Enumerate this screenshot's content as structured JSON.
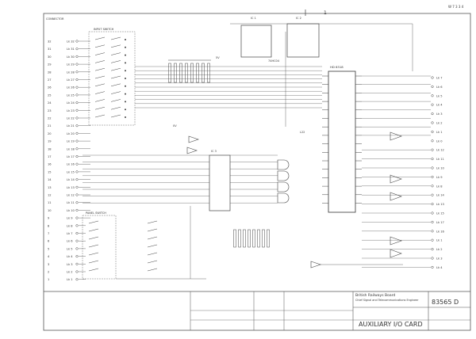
{
  "sheet": {
    "corner_ref": "W 7 3 3 4",
    "top_left_label": "CONNECTOR",
    "col_marker": "1"
  },
  "title_block": {
    "org_line1": "British Railways Board",
    "org_line2": "Chief Signal and Telecommunications Engineer",
    "drawing_no": "83565 D",
    "title": "AUXILIARY I/O CARD"
  },
  "left_pins": [
    {
      "pin": "32",
      "label": "Lk 32"
    },
    {
      "pin": "31",
      "label": "Lk 31"
    },
    {
      "pin": "30",
      "label": "Lk 30"
    },
    {
      "pin": "29",
      "label": "Lk 29"
    },
    {
      "pin": "28",
      "label": "Lk 28"
    },
    {
      "pin": "27",
      "label": "Lk 27"
    },
    {
      "pin": "26",
      "label": "Lk 26"
    },
    {
      "pin": "25",
      "label": "Lk 25"
    },
    {
      "pin": "24",
      "label": "Lk 24"
    },
    {
      "pin": "23",
      "label": "Lk 23"
    },
    {
      "pin": "22",
      "label": "Lk 22"
    },
    {
      "pin": "21",
      "label": "Lk 21"
    },
    {
      "pin": "20",
      "label": "Lk 20"
    },
    {
      "pin": "19",
      "label": "Lk 19"
    },
    {
      "pin": "18",
      "label": "Lk 18"
    },
    {
      "pin": "17",
      "label": "Lk 17"
    },
    {
      "pin": "16",
      "label": "Lk 16"
    },
    {
      "pin": "15",
      "label": "Lk 15"
    },
    {
      "pin": "14",
      "label": "Lk 14"
    },
    {
      "pin": "13",
      "label": "Lk 13"
    },
    {
      "pin": "12",
      "label": "Lk 12"
    },
    {
      "pin": "11",
      "label": "Lk 11"
    },
    {
      "pin": "10",
      "label": "Lk 10"
    },
    {
      "pin": "9",
      "label": "Lk 9"
    },
    {
      "pin": "8",
      "label": "Lk 8"
    },
    {
      "pin": "7",
      "label": "Lk 7"
    },
    {
      "pin": "6",
      "label": "Lk 6"
    },
    {
      "pin": "5",
      "label": "Lk 5"
    },
    {
      "pin": "4",
      "label": "Lk 4"
    },
    {
      "pin": "3",
      "label": "Lk 3"
    },
    {
      "pin": "2",
      "label": "Lk 2"
    },
    {
      "pin": "1",
      "label": "Lk 1"
    }
  ],
  "right_pins": [
    {
      "label": "Lk 7"
    },
    {
      "label": "Lk 6"
    },
    {
      "label": "Lk 5"
    },
    {
      "label": "Lk 4"
    },
    {
      "label": "Lk 3"
    },
    {
      "label": "Lk 2"
    },
    {
      "label": "Lk 1"
    },
    {
      "label": "Lk 0"
    },
    {
      "label": "Lk 12"
    },
    {
      "label": "Lk 11"
    },
    {
      "label": "Lk 10"
    },
    {
      "label": "Lk 9"
    },
    {
      "label": "Lk 8"
    },
    {
      "label": "Lk 14"
    },
    {
      "label": "Lk 13"
    },
    {
      "label": "Lk 15"
    },
    {
      "label": "Lk 17"
    },
    {
      "label": "Lk 16"
    },
    {
      "label": "Lk 1"
    },
    {
      "label": "Lk 2"
    },
    {
      "label": "Lk 3"
    },
    {
      "label": "Lk 4"
    }
  ],
  "chips": {
    "u1": "IC 1",
    "u2": "IC 2",
    "timer": "74HC04",
    "main_ic": "HD 6318",
    "mid_ic": "IC 3",
    "input_network": "INPUT SWITCH",
    "panel_switch": "PANEL SWITCH",
    "supply": "5V",
    "zero_v": "0V",
    "l22": "L22"
  }
}
